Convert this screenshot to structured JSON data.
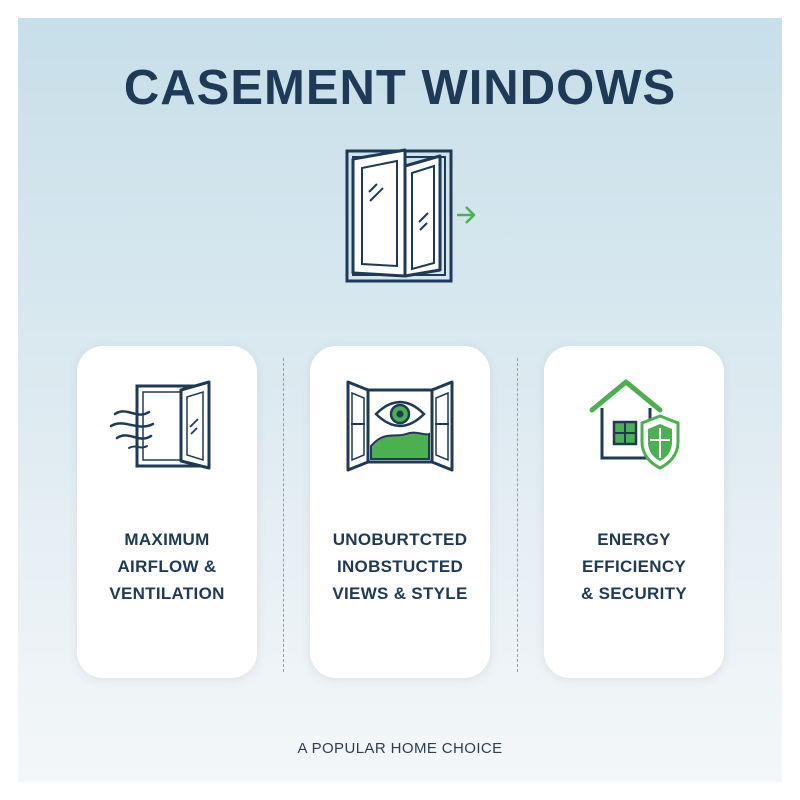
{
  "title": "CASEMENT WINDOWS",
  "hero": {
    "icon": "casement-window-open-icon"
  },
  "features": [
    {
      "icon": "airflow-window-icon",
      "lines": [
        "MAXIMUM",
        "AIRFLOW &",
        "VENTILATION"
      ]
    },
    {
      "icon": "view-window-eye-icon",
      "lines": [
        "UNOBURTCTED",
        "INOBSTUCTED",
        "VIEWS & STYLE"
      ]
    },
    {
      "icon": "house-shield-icon",
      "lines": [
        "ENERGY",
        "EFFICIENCY",
        "& SECURITY"
      ]
    }
  ],
  "footer": "A POPULAR HOME CHOICE",
  "colors": {
    "navy": "#1f3a56",
    "accent_green": "#4caf50",
    "background": "#d6e7ef"
  }
}
